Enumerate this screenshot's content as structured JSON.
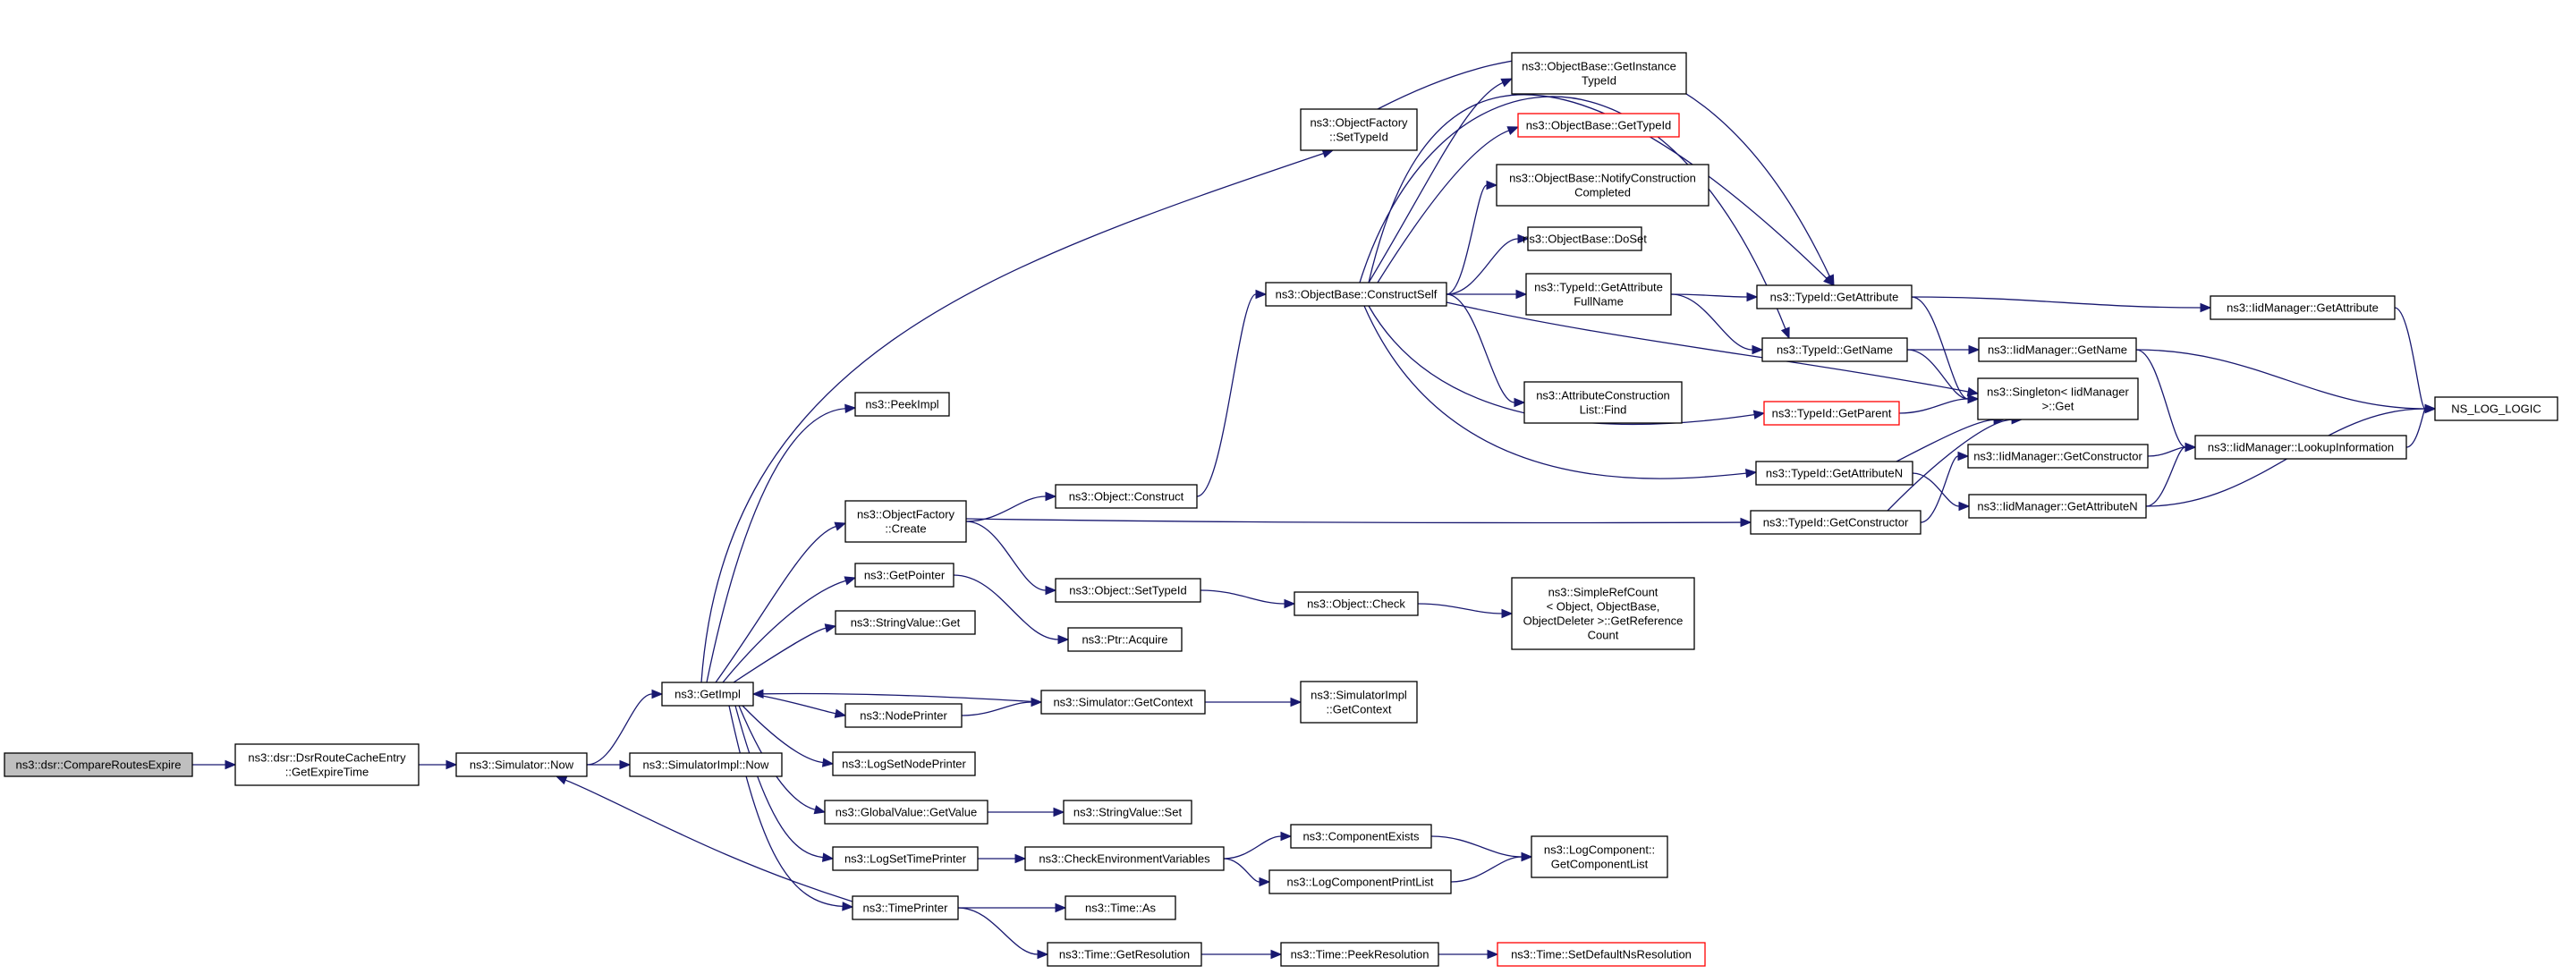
{
  "nodes": [
    {
      "id": "n1",
      "lines": [
        "ns3::dsr::CompareRoutesExpire"
      ],
      "root": true
    },
    {
      "id": "n2",
      "lines": [
        "ns3::dsr::DsrRouteCacheEntry",
        "::GetExpireTime"
      ]
    },
    {
      "id": "n3",
      "lines": [
        "ns3::Simulator::Now"
      ]
    },
    {
      "id": "n4",
      "lines": [
        "ns3::SimulatorImpl::Now"
      ]
    },
    {
      "id": "n5",
      "lines": [
        "ns3::GetImpl"
      ]
    },
    {
      "id": "n6",
      "lines": [
        "ns3::PeekImpl"
      ]
    },
    {
      "id": "n7",
      "lines": [
        "ns3::ObjectFactory",
        "::SetTypeId"
      ]
    },
    {
      "id": "n8",
      "lines": [
        "ns3::ObjectFactory",
        "::Create"
      ]
    },
    {
      "id": "n9",
      "lines": [
        "ns3::GetPointer"
      ]
    },
    {
      "id": "n10",
      "lines": [
        "ns3::StringValue::Get"
      ]
    },
    {
      "id": "n11",
      "lines": [
        "ns3::NodePrinter"
      ]
    },
    {
      "id": "n12",
      "lines": [
        "ns3::LogSetNodePrinter"
      ]
    },
    {
      "id": "n13",
      "lines": [
        "ns3::GlobalValue::GetValue"
      ]
    },
    {
      "id": "n14",
      "lines": [
        "ns3::LogSetTimePrinter"
      ]
    },
    {
      "id": "n15",
      "lines": [
        "ns3::TimePrinter"
      ]
    },
    {
      "id": "n16",
      "lines": [
        "ns3::Object::Construct"
      ]
    },
    {
      "id": "n17",
      "lines": [
        "ns3::Object::SetTypeId"
      ]
    },
    {
      "id": "n18",
      "lines": [
        "ns3::Ptr::Acquire"
      ]
    },
    {
      "id": "n19",
      "lines": [
        "ns3::Simulator::GetContext"
      ]
    },
    {
      "id": "n20",
      "lines": [
        "ns3::StringValue::Set"
      ]
    },
    {
      "id": "n21",
      "lines": [
        "ns3::CheckEnvironmentVariables"
      ]
    },
    {
      "id": "n22",
      "lines": [
        "ns3::Time::As"
      ]
    },
    {
      "id": "n23",
      "lines": [
        "ns3::Time::GetResolution"
      ]
    },
    {
      "id": "n24",
      "lines": [
        "ns3::ObjectBase::ConstructSelf"
      ]
    },
    {
      "id": "n25",
      "lines": [
        "ns3::Object::Check"
      ]
    },
    {
      "id": "n26",
      "lines": [
        "ns3::SimulatorImpl",
        "::GetContext"
      ]
    },
    {
      "id": "n27",
      "lines": [
        "ns3::ComponentExists"
      ]
    },
    {
      "id": "n28",
      "lines": [
        "ns3::LogComponentPrintList"
      ]
    },
    {
      "id": "n29",
      "lines": [
        "ns3::Time::PeekResolution"
      ]
    },
    {
      "id": "n30",
      "lines": [
        "ns3::ObjectBase::GetInstance",
        "TypeId"
      ]
    },
    {
      "id": "n31",
      "lines": [
        "ns3::ObjectBase::GetTypeId"
      ],
      "red": true
    },
    {
      "id": "n32",
      "lines": [
        "ns3::ObjectBase::NotifyConstruction",
        "Completed"
      ]
    },
    {
      "id": "n33",
      "lines": [
        "ns3::ObjectBase::DoSet"
      ]
    },
    {
      "id": "n34",
      "lines": [
        "ns3::TypeId::GetAttribute",
        "FullName"
      ]
    },
    {
      "id": "n35",
      "lines": [
        "ns3::AttributeConstruction",
        "List::Find"
      ]
    },
    {
      "id": "n36",
      "lines": [
        "ns3::SimpleRefCount",
        "< Object, ObjectBase,",
        "ObjectDeleter >::GetReference",
        "Count"
      ]
    },
    {
      "id": "n37",
      "lines": [
        "ns3::LogComponent::",
        "GetComponentList"
      ]
    },
    {
      "id": "n38",
      "lines": [
        "ns3::Time::SetDefaultNsResolution"
      ],
      "red": true
    },
    {
      "id": "n39",
      "lines": [
        "ns3::TypeId::GetAttribute"
      ]
    },
    {
      "id": "n40",
      "lines": [
        "ns3::TypeId::GetName"
      ]
    },
    {
      "id": "n41",
      "lines": [
        "ns3::TypeId::GetParent"
      ],
      "red": true
    },
    {
      "id": "n42",
      "lines": [
        "ns3::TypeId::GetAttributeN"
      ]
    },
    {
      "id": "n43",
      "lines": [
        "ns3::TypeId::GetConstructor"
      ]
    },
    {
      "id": "n44",
      "lines": [
        "ns3::Singleton< IidManager",
        ">::Get"
      ]
    },
    {
      "id": "n45",
      "lines": [
        "ns3::IidManager::GetName"
      ]
    },
    {
      "id": "n46",
      "lines": [
        "ns3::IidManager::GetConstructor"
      ]
    },
    {
      "id": "n47",
      "lines": [
        "ns3::IidManager::GetAttributeN"
      ]
    },
    {
      "id": "n48",
      "lines": [
        "ns3::IidManager::GetAttribute"
      ]
    },
    {
      "id": "n49",
      "lines": [
        "ns3::IidManager::LookupInformation"
      ]
    },
    {
      "id": "n50",
      "lines": [
        "NS_LOG_LOGIC"
      ]
    }
  ],
  "edges": [
    [
      "n1",
      "n2"
    ],
    [
      "n2",
      "n3"
    ],
    [
      "n3",
      "n4"
    ],
    [
      "n3",
      "n5"
    ],
    [
      "n5",
      "n6"
    ],
    [
      "n5",
      "n7"
    ],
    [
      "n5",
      "n8"
    ],
    [
      "n5",
      "n9"
    ],
    [
      "n5",
      "n10"
    ],
    [
      "n5",
      "n11"
    ],
    [
      "n5",
      "n12"
    ],
    [
      "n5",
      "n13"
    ],
    [
      "n5",
      "n14"
    ],
    [
      "n5",
      "n15"
    ],
    [
      "n8",
      "n16"
    ],
    [
      "n8",
      "n17"
    ],
    [
      "n8",
      "n43"
    ],
    [
      "n9",
      "n18"
    ],
    [
      "n11",
      "n19"
    ],
    [
      "n19",
      "n5"
    ],
    [
      "n19",
      "n26"
    ],
    [
      "n13",
      "n20"
    ],
    [
      "n14",
      "n21"
    ],
    [
      "n15",
      "n3"
    ],
    [
      "n15",
      "n22"
    ],
    [
      "n15",
      "n23"
    ],
    [
      "n16",
      "n24"
    ],
    [
      "n17",
      "n25"
    ],
    [
      "n25",
      "n36"
    ],
    [
      "n21",
      "n27"
    ],
    [
      "n21",
      "n28"
    ],
    [
      "n27",
      "n37"
    ],
    [
      "n28",
      "n37"
    ],
    [
      "n23",
      "n29"
    ],
    [
      "n29",
      "n38"
    ],
    [
      "n7",
      "n39"
    ],
    [
      "n24",
      "n30"
    ],
    [
      "n24",
      "n31"
    ],
    [
      "n24",
      "n32"
    ],
    [
      "n24",
      "n33"
    ],
    [
      "n24",
      "n34"
    ],
    [
      "n24",
      "n35"
    ],
    [
      "n24",
      "n39"
    ],
    [
      "n24",
      "n40"
    ],
    [
      "n24",
      "n41"
    ],
    [
      "n24",
      "n42"
    ],
    [
      "n24",
      "n44"
    ],
    [
      "n34",
      "n39"
    ],
    [
      "n34",
      "n40"
    ],
    [
      "n39",
      "n44"
    ],
    [
      "n39",
      "n48"
    ],
    [
      "n40",
      "n44"
    ],
    [
      "n40",
      "n45"
    ],
    [
      "n41",
      "n44"
    ],
    [
      "n42",
      "n44"
    ],
    [
      "n42",
      "n47"
    ],
    [
      "n43",
      "n44"
    ],
    [
      "n43",
      "n46"
    ],
    [
      "n45",
      "n49"
    ],
    [
      "n45",
      "n50"
    ],
    [
      "n46",
      "n49"
    ],
    [
      "n47",
      "n49"
    ],
    [
      "n47",
      "n50"
    ],
    [
      "n48",
      "n50"
    ],
    [
      "n49",
      "n50"
    ]
  ]
}
